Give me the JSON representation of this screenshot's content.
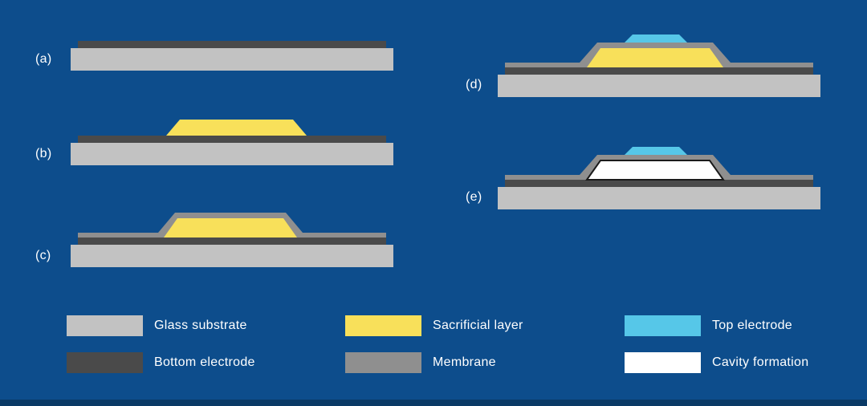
{
  "colors": {
    "background": "#0D4D8C",
    "footer_bar": "#0A3A66",
    "glass_substrate": "#C2C2C2",
    "bottom_electrode": "#4A4A4A",
    "sacrificial_layer": "#F8E05A",
    "membrane": "#8F8F8F",
    "top_electrode": "#56C7E8",
    "cavity": "#FFFFFF",
    "cavity_border": "#1A1A1A",
    "text": "#FFFFFF"
  },
  "panels": [
    {
      "id": "a",
      "label": "(a)"
    },
    {
      "id": "b",
      "label": "(b)"
    },
    {
      "id": "c",
      "label": "(c)"
    },
    {
      "id": "d",
      "label": "(d)"
    },
    {
      "id": "e",
      "label": "(e)"
    }
  ],
  "legend": [
    {
      "swatch": "glass_substrate",
      "label": "Glass substrate"
    },
    {
      "swatch": "bottom_electrode",
      "label": "Bottom electrode"
    },
    {
      "swatch": "sacrificial_layer",
      "label": "Sacrificial layer"
    },
    {
      "swatch": "membrane",
      "label": "Membrane"
    },
    {
      "swatch": "top_electrode",
      "label": "Top electrode"
    },
    {
      "swatch": "cavity",
      "label": "Cavity formation"
    }
  ]
}
